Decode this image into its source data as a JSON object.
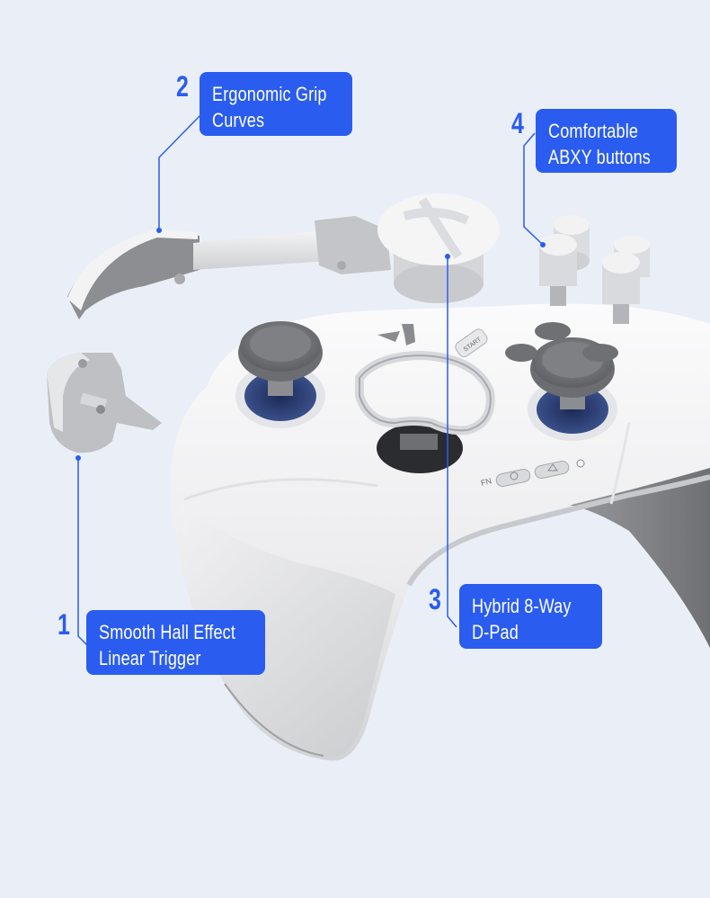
{
  "image": {
    "subject": "exploded view of a white game controller",
    "background_color": "#eaeff7",
    "accent_color": "#2a5cf0",
    "line_color": "#2a5cf0"
  },
  "callouts": [
    {
      "number": "1",
      "line1": "Smooth Hall Effect",
      "line2": "Linear Trigger"
    },
    {
      "number": "2",
      "line1": "Ergonomic Grip",
      "line2": "Curves"
    },
    {
      "number": "3",
      "line1": "Hybrid 8-Way",
      "line2": "D-Pad"
    },
    {
      "number": "4",
      "line1": "Comfortable",
      "line2": "ABXY buttons"
    }
  ],
  "controller_markings": {
    "start_button": "START",
    "fn_label": "FN"
  }
}
